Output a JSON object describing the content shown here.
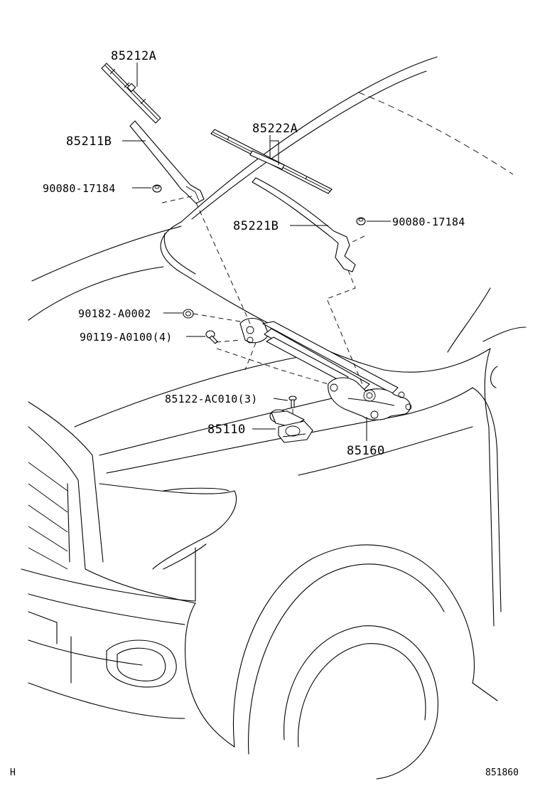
{
  "labels": {
    "p85212A": "85212A",
    "p85211B": "85211B",
    "p90080a": "90080-17184",
    "p85222A": "85222A",
    "p85221B": "85221B",
    "p90080b": "90080-17184",
    "p90182": "90182-A0002",
    "p90119": "90119-A0100(4)",
    "p85122": "85122-AC010(3)",
    "p85110": "85110",
    "p85160": "85160"
  },
  "corner": {
    "left_mark": "H",
    "code": "851860"
  }
}
